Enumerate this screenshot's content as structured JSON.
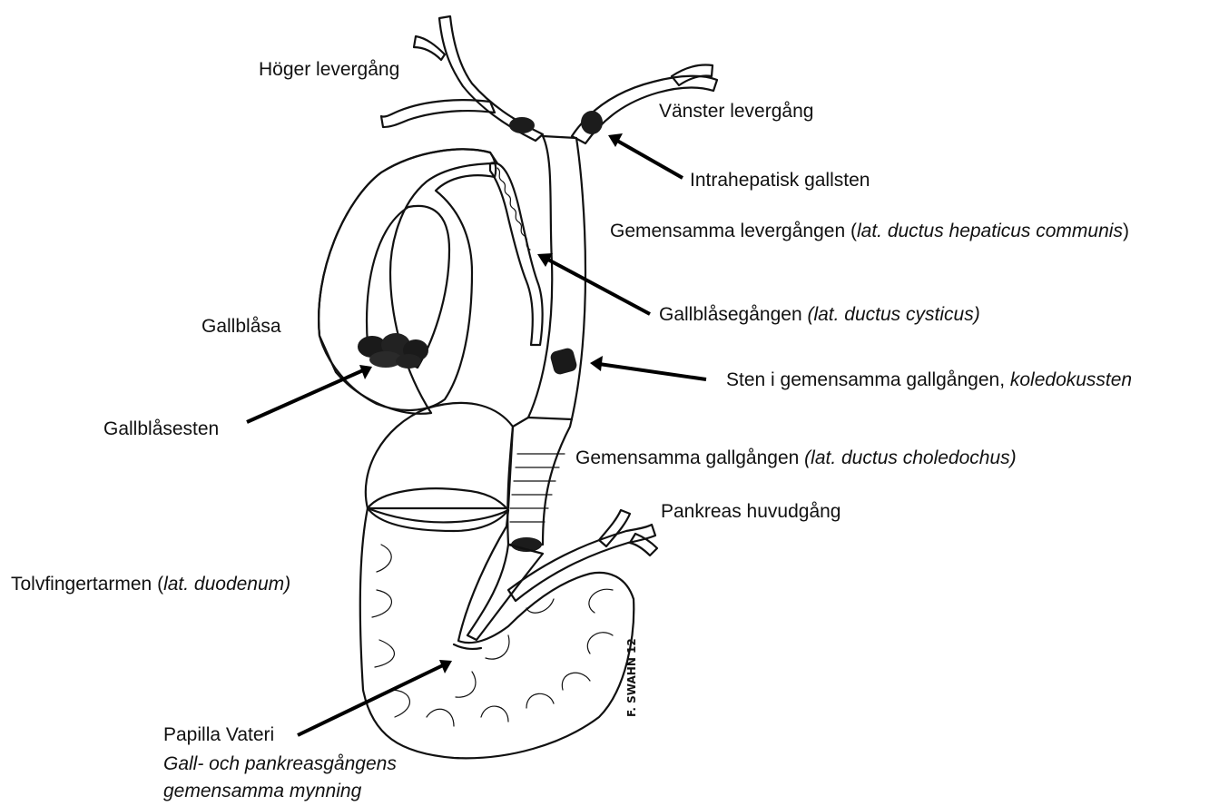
{
  "labels": {
    "hoger": "Höger levergång",
    "vanster": "Vänster levergång",
    "intrahep": "Intrahepatisk gallsten",
    "gem_lever_main": "Gemensamma levergången (",
    "gem_lever_lat": "lat. ductus hepaticus communis",
    "gem_lever_end": ")",
    "gallblasa": "Gallblåsa",
    "gallgang_main": "Gallblåsegången ",
    "gallgang_lat": "(lat. ductus cysticus)",
    "sten_main": "Sten i gemensamma gallgången, ",
    "sten_it": "koledokussten",
    "gallblasesten": "Gallblåsesten",
    "gem_gall_main": "Gemensamma gallgången ",
    "gem_gall_lat": "(lat. ductus choledochus)",
    "pankreas": "Pankreas huvudgång",
    "tolv_main": "Tolvfingertarmen (",
    "tolv_lat": "lat. duodenum)",
    "papilla": "Papilla Vateri",
    "mynning1": "Gall- och pankreasgångens",
    "mynning2": "gemensamma mynning"
  },
  "signature": "F. SWAHN 12",
  "colors": {
    "ink": "#111111",
    "paper": "#ffffff"
  }
}
